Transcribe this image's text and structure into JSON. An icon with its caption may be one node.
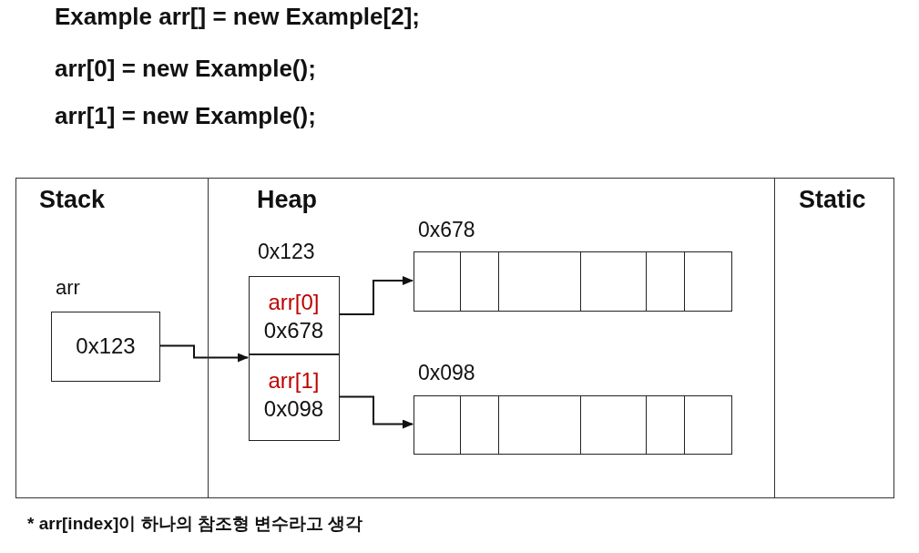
{
  "diagram": {
    "nodes": [
      {
        "text": [
          "Stack"
        ]
      },
      {
        "text": [
          "Heap"
        ]
      },
      {
        "text": [
          "Static"
        ]
      },
      {
        "text": [
          "arr",
          "0x123"
        ],
        "in": 0
      },
      {
        "text": [
          "0x123"
        ],
        "in": 1
      },
      {
        "text": [
          "arr[0]",
          "0x678"
        ],
        "in": 4
      },
      {
        "text": [
          "arr[1]",
          "0x098"
        ],
        "in": 4
      },
      {
        "text": [
          "0x678"
        ],
        "in": 1
      },
      {
        "text": [
          "0x098"
        ],
        "in": 1
      }
    ],
    "edges": [
      {
        "from": 3,
        "to": 4,
        "arrow": "to"
      },
      {
        "from": 5,
        "to": 7,
        "arrow": "to"
      },
      {
        "from": 6,
        "to": 8,
        "arrow": "to"
      }
    ],
    "labels": [
      "Example arr[] = new Example[2];",
      "arr[0] = new Example();",
      "arr[1] = new Example();",
      "* arr[index]이 하나의 참조형 변수라고 생각"
    ]
  }
}
